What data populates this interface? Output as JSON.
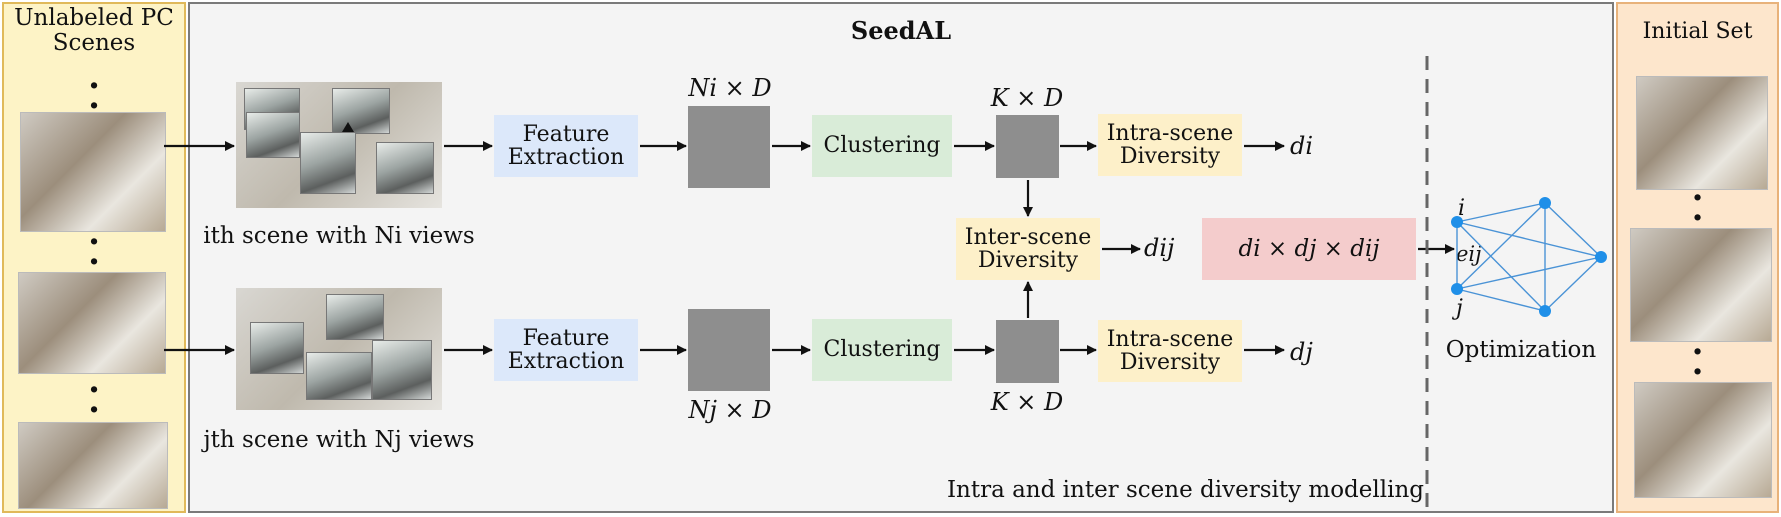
{
  "left_panel": {
    "title": "Unlabeled PC Scenes"
  },
  "center_panel": {
    "title": "SeedAL",
    "footer": "Intra and inter scene diversity modelling",
    "scene_i_caption": "ith scene with Ni views",
    "scene_j_caption": "jth scene with Nj views",
    "feature_extraction": "Feature Extraction",
    "clustering": "Clustering",
    "intra_scene": "Intra-scene Diversity",
    "inter_scene": "Inter-scene Diversity",
    "ni_x_d": "Ni × D",
    "nj_x_d": "Nj × D",
    "k_x_d": "K × D",
    "d_i": "di",
    "d_j": "dj",
    "d_ij": "dij",
    "product": "di × dj × dij",
    "optimization": "Optimization",
    "node_i": "i",
    "node_j": "j",
    "edge_eij": "eij"
  },
  "right_panel": {
    "title": "Initial Set"
  },
  "colors": {
    "left_bg": "#fdf3c6",
    "center_bg": "#f4f4f4",
    "right_bg": "#fde6cc",
    "feature_box": "#dce8fa",
    "cluster_box": "#d9ecd8",
    "diversity_box": "#fdf0c9",
    "product_box": "#f4cccc",
    "graph_node": "#1f8fe8"
  }
}
